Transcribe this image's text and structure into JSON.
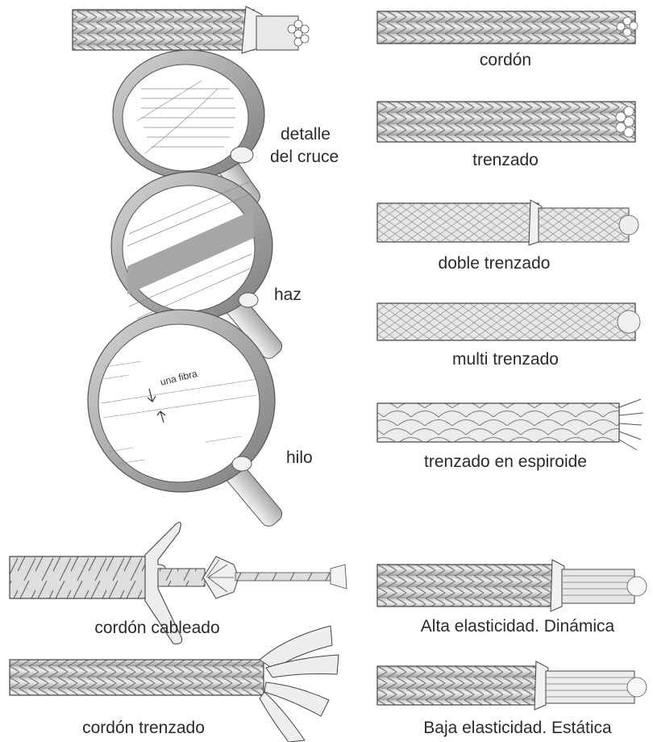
{
  "magnifier_labels": {
    "crossing_detail_line1": "detalle",
    "crossing_detail_line2": "del cruce",
    "bundle": "haz",
    "yarn": "hilo",
    "one_fiber": "una fibra"
  },
  "rope_types": [
    "cordón",
    "trenzado",
    "doble trenzado",
    "multi trenzado",
    "trenzado en espiroide",
    "Alta elasticidad. Dinámica",
    "Baja elasticidad. Estática"
  ],
  "bottom_left": {
    "laid_rope": "cordón cableado",
    "braided_rope": "cordón trenzado"
  },
  "colors": {
    "line": "#3a3a3a",
    "rope_light": "#e4e4e4",
    "rope_dark": "#9a9a9a",
    "lens_ring": "#b0b0b0",
    "text": "#2a2a2a"
  }
}
